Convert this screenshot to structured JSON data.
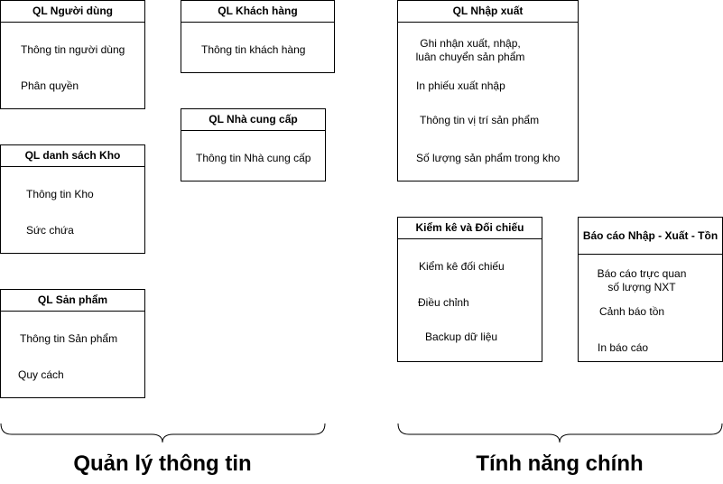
{
  "boxes": {
    "nguoi_dung": {
      "title": "QL Người dùng",
      "items": [
        "Thông tin người dùng",
        "Phân quyền"
      ]
    },
    "khach_hang": {
      "title": "QL Khách hàng",
      "items": [
        "Thông tin khách hàng"
      ]
    },
    "nha_cung_cap": {
      "title": "QL Nhà cung cấp",
      "items": [
        "Thông tin Nhà cung cấp"
      ]
    },
    "kho": {
      "title": "QL danh sách Kho",
      "items": [
        "Thông tin Kho",
        "Sức chứa"
      ]
    },
    "san_pham": {
      "title": "QL Sản phẩm",
      "items": [
        "Thông tin Sản phẩm",
        "Quy cách"
      ]
    },
    "nhap_xuat": {
      "title": "QL Nhập xuất",
      "items": [
        "Ghi nhận xuất, nhập,",
        "luân chuyển sản phẩm",
        "In phiếu xuất nhập",
        "Thông tin vị trí sản phẩm",
        "Số lượng sản phẩm trong kho"
      ]
    },
    "kiem_ke": {
      "title": "Kiểm kê và Đối chiếu",
      "items": [
        "Kiểm kê đối chiếu",
        "Điều chỉnh",
        "Backup dữ liệu"
      ]
    },
    "bao_cao": {
      "title": "Báo cáo Nhập - Xuất - Tồn",
      "items": [
        "Báo cáo trực quan",
        "số lượng NXT",
        "Cảnh báo tồn",
        "In báo cáo"
      ]
    }
  },
  "groups": {
    "left_label": "Quản lý thông tin",
    "right_label": "Tính năng chính"
  }
}
